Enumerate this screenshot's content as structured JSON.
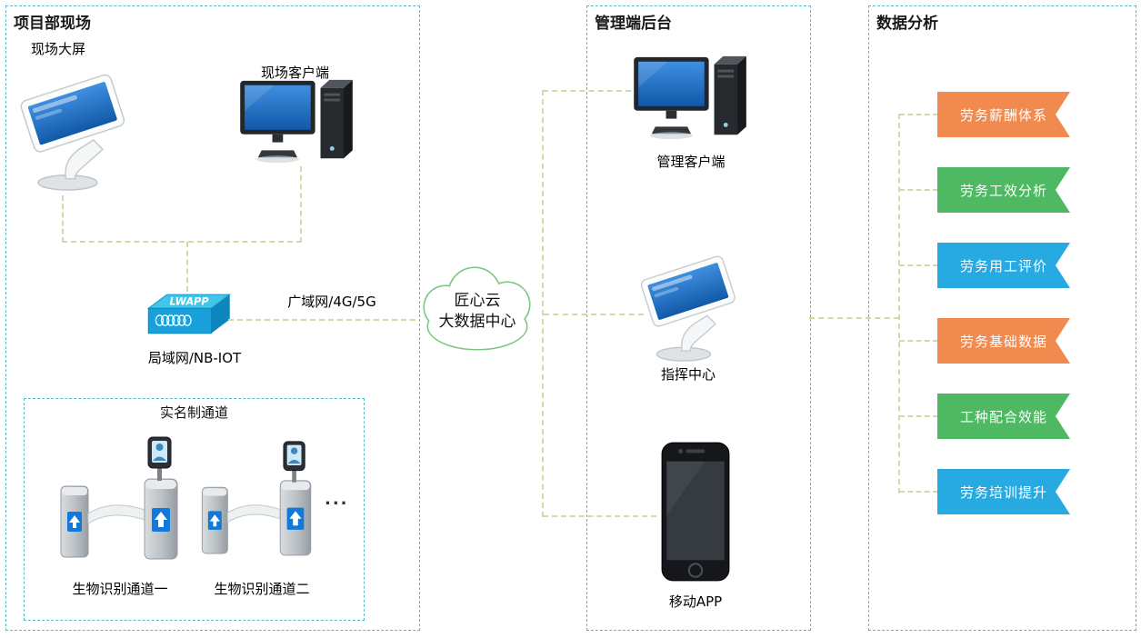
{
  "colors": {
    "zone_border": "#58bcc2",
    "connector": "#cedda8",
    "cloud_stroke": "#7cc47f",
    "banner_orange": "#f08a4e",
    "banner_green": "#4eb863",
    "banner_blue": "#27a9e1",
    "screen_blue": "#1a6fc4"
  },
  "zones": {
    "site": {
      "title": "项目部现场"
    },
    "management": {
      "title": "管理端后台"
    },
    "analysis": {
      "title": "数据分析"
    }
  },
  "site": {
    "big_screen_label": "现场大屏",
    "client_label": "现场客户端",
    "switch_brand": "LWAPP",
    "lan_label": "局域网/NB-IOT",
    "wan_label": "广域网/4G/5G",
    "channel": {
      "title": "实名制通道",
      "gate1_label": "生物识别通道一",
      "gate2_label": "生物识别通道二",
      "more": "..."
    }
  },
  "cloud": {
    "line1": "匠心云",
    "line2": "大数据中心"
  },
  "management": {
    "client_label": "管理客户端",
    "command_center_label": "指挥中心",
    "mobile_app_label": "移动APP"
  },
  "analysis": {
    "banners": [
      {
        "label": "劳务薪酬体系",
        "color": "orange"
      },
      {
        "label": "劳务工效分析",
        "color": "green"
      },
      {
        "label": "劳务用工评价",
        "color": "blue"
      },
      {
        "label": "劳务基础数据",
        "color": "orange"
      },
      {
        "label": "工种配合效能",
        "color": "green"
      },
      {
        "label": "劳务培训提升",
        "color": "blue"
      }
    ]
  }
}
